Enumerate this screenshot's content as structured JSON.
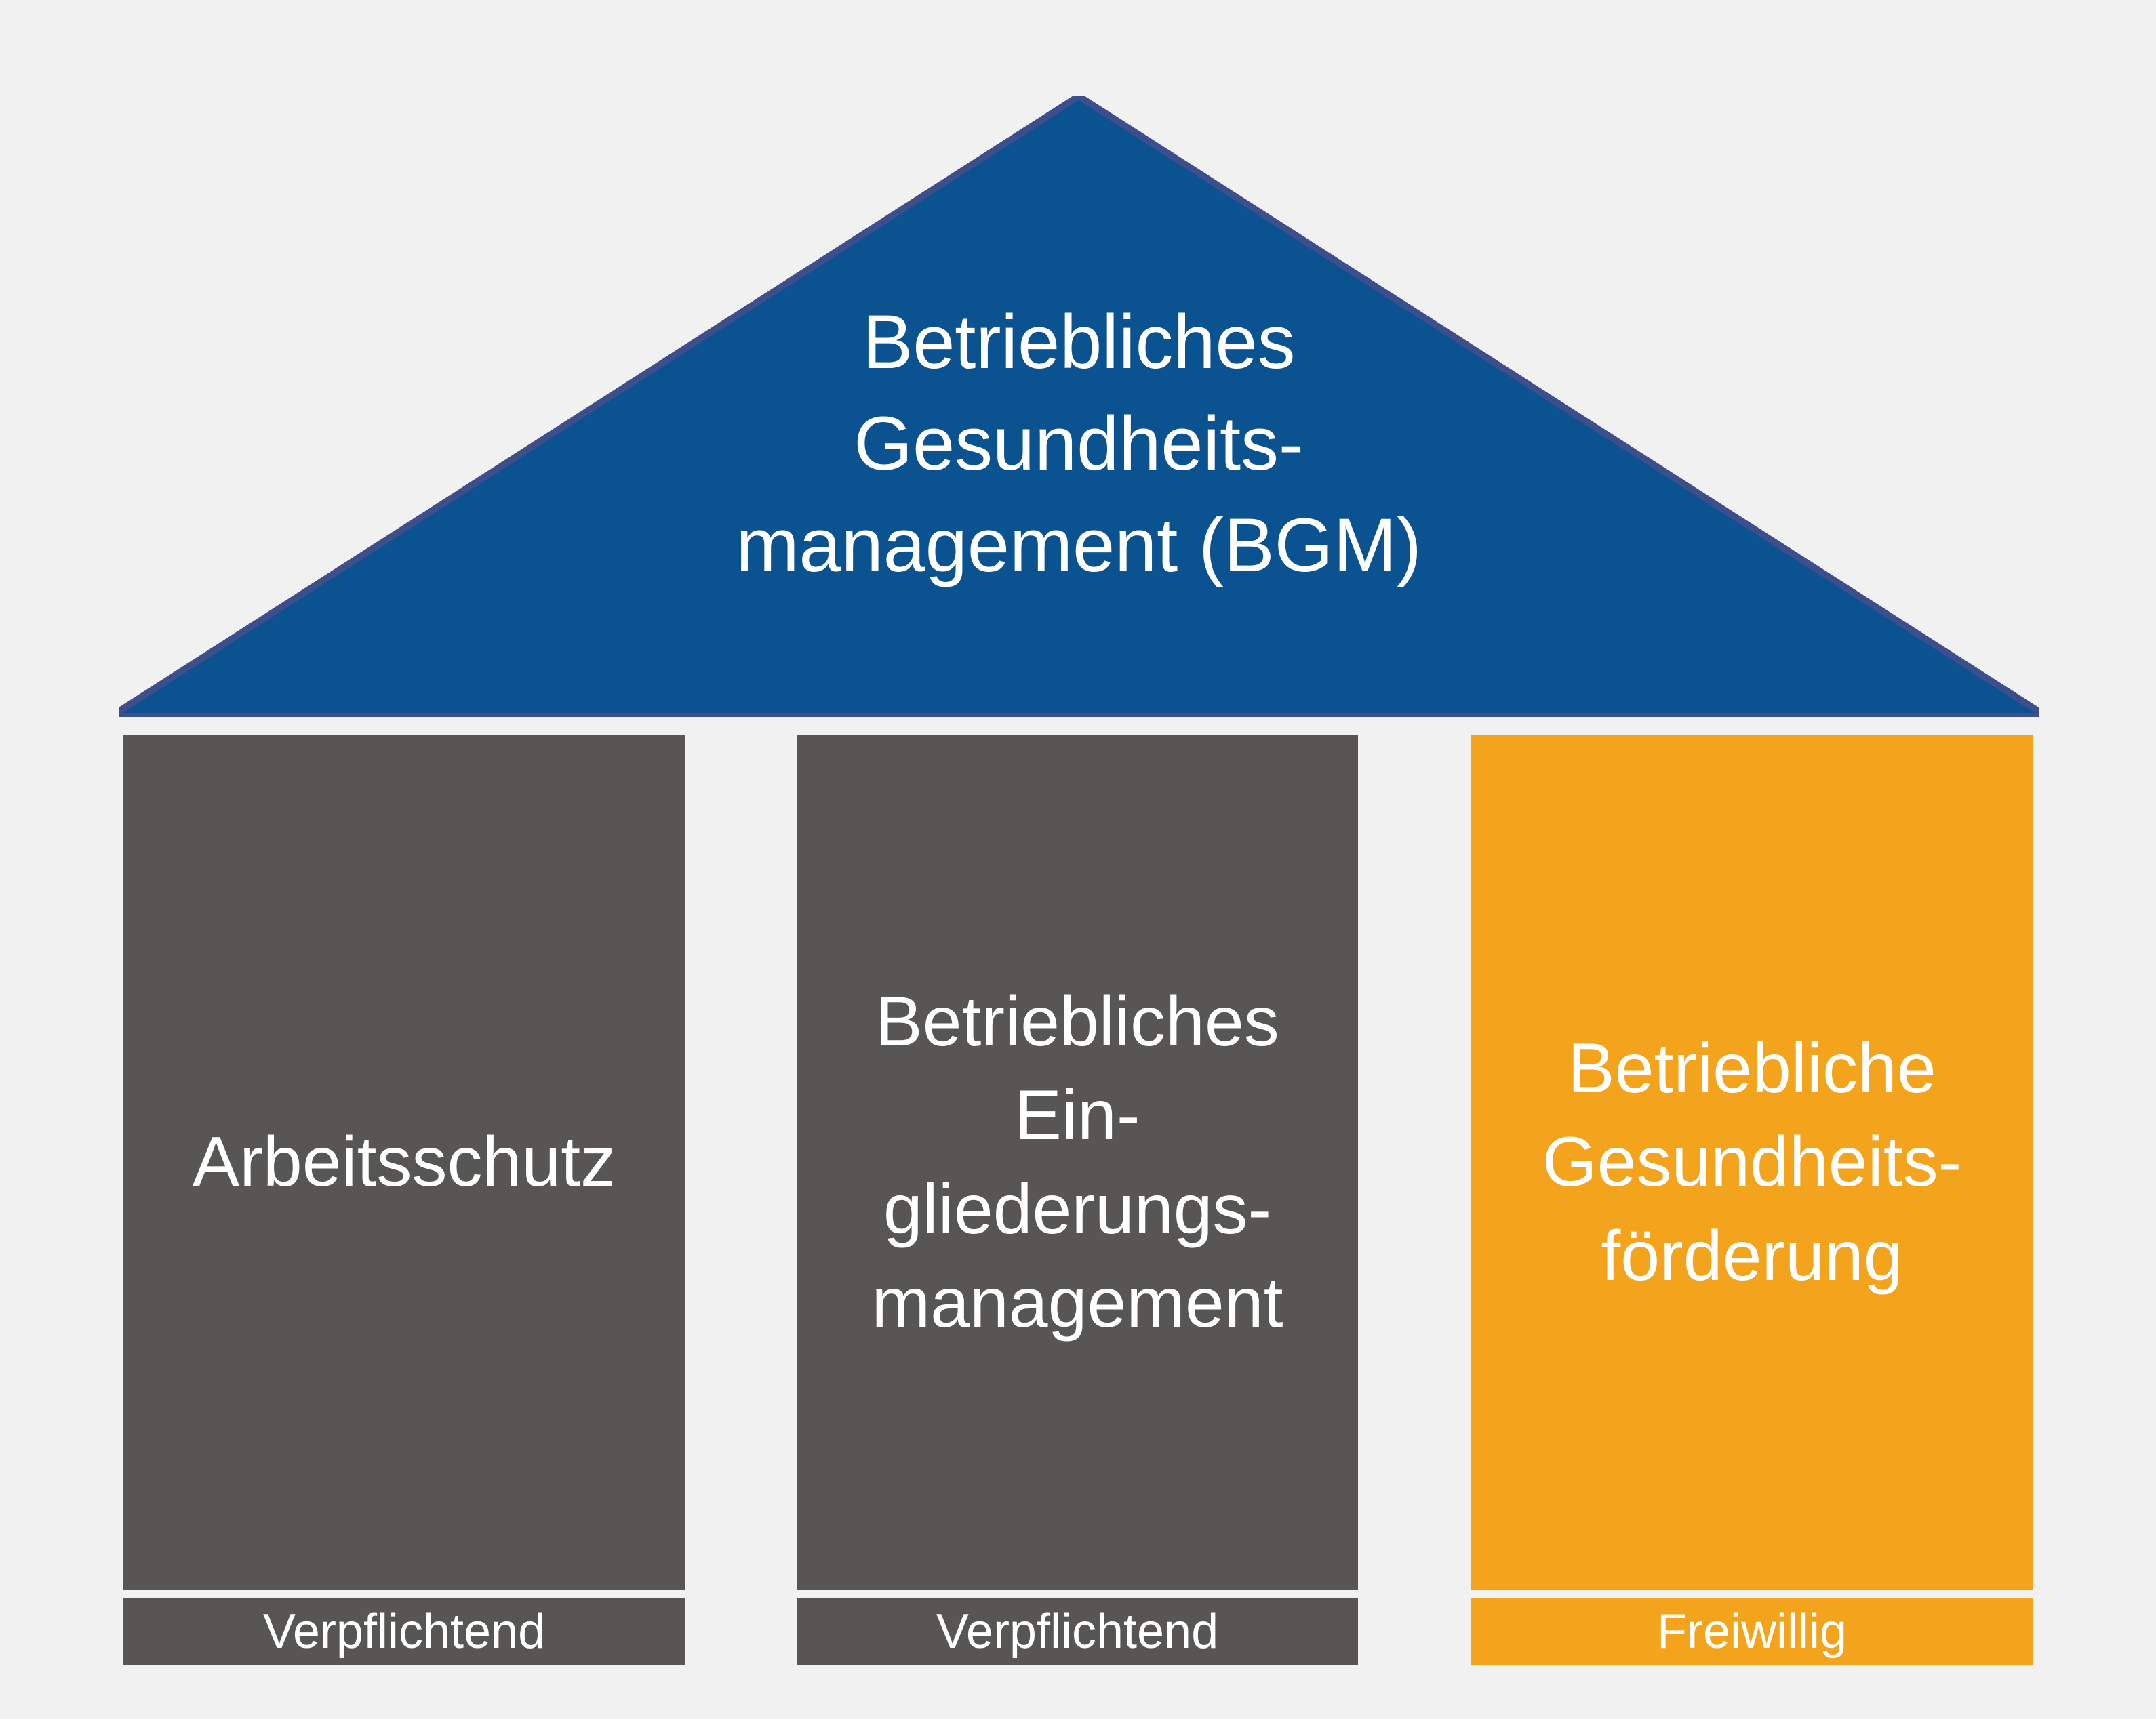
{
  "diagram": {
    "title_visible": false,
    "background_color": "#f1f1f1",
    "roof": {
      "name": "roof",
      "fill_color": "#0a5290",
      "edge_color": "#3d4e8c",
      "lines": [
        "Betriebliches",
        "Gesundheits-",
        "management (BGM)"
      ]
    },
    "pillars": [
      {
        "id": "arbeitsschutz",
        "color": "#575654",
        "lines": [
          "Arbeitsschutz"
        ],
        "base_label": "Verpflichtend",
        "base_color": "#575654"
      },
      {
        "id": "betriebliches-eingliederungsmanagement",
        "color": "#575654",
        "lines": [
          "Betriebliches",
          "Ein-",
          "gliederungs-",
          "management"
        ],
        "base_label": "Verpflichtend",
        "base_color": "#575654"
      },
      {
        "id": "betriebliche-gesundheitsfoerderung",
        "color": "#f4a41c",
        "lines": [
          "Betriebliche",
          "Gesundheits-",
          "förderung"
        ],
        "base_label": "Freiwillig",
        "base_color": "#f4a41c"
      }
    ]
  }
}
